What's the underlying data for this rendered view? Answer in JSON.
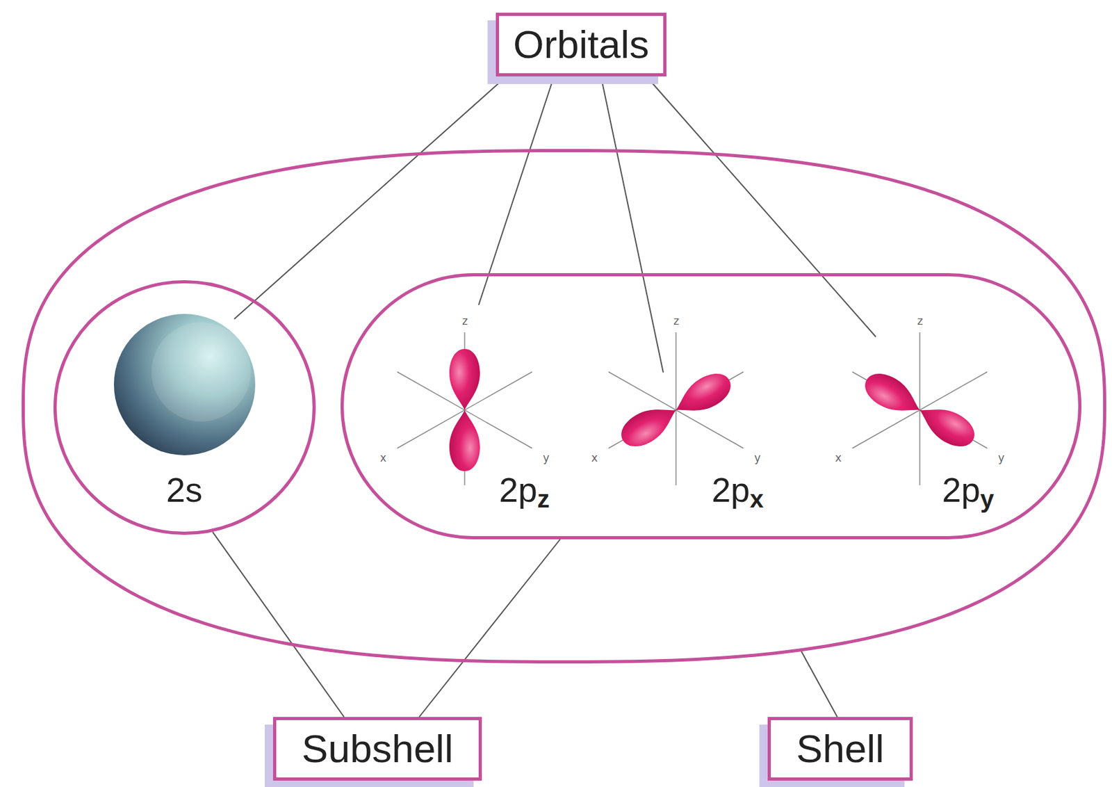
{
  "diagram": {
    "nodes": [
      {
        "text": [
          "Orbitals"
        ]
      },
      {
        "text": []
      },
      {
        "text": [
          "2s"
        ],
        "in": 1
      },
      {
        "text": [
          "2pz",
          "2px",
          "2py"
        ],
        "in": 1
      },
      {
        "text": [
          "Subshell"
        ]
      },
      {
        "text": [
          "Shell"
        ]
      }
    ],
    "edges": [
      {
        "from": 4,
        "to": 2,
        "arrow": "none"
      },
      {
        "from": 4,
        "to": 3,
        "arrow": "none"
      },
      {
        "from": 5,
        "to": 1,
        "arrow": "none"
      }
    ],
    "labels": [
      "z",
      "x",
      "y",
      "z",
      "x",
      "y",
      "z",
      "x",
      "y"
    ]
  }
}
